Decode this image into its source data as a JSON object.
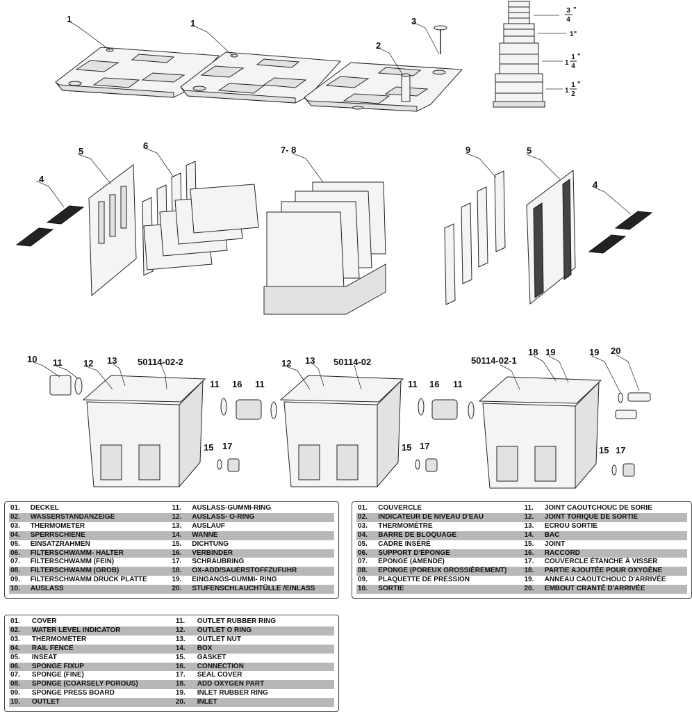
{
  "diagram": {
    "callouts": {
      "c1a": "1",
      "c1b": "1",
      "c2": "2",
      "c3": "3",
      "c5a": "5",
      "c6": "6",
      "c78": "7- 8",
      "c9": "9",
      "c5b": "5",
      "c4a": "4",
      "c4b": "4",
      "c10": "10",
      "c11a": "11",
      "c12a": "12",
      "c13a": "13",
      "m1": "50114-02-2",
      "c11b": "11",
      "c16a": "16",
      "c11c": "11",
      "c15a": "15",
      "c17a": "17",
      "c12b": "12",
      "c13b": "13",
      "m2": "50114-02",
      "c11d": "11",
      "c16b": "16",
      "c11e": "11",
      "c15b": "15",
      "c17b": "17",
      "m3": "50114-02-1",
      "c18": "18",
      "c19a": "19",
      "c19b": "19",
      "c20": "20",
      "c15c": "15",
      "c17c": "17"
    },
    "hose_sizes": {
      "s1_num": "3",
      "s1_den": "4",
      "s1_unit": "\"",
      "s2": "1\"",
      "s3_whole": "1",
      "s3_num": "1",
      "s3_den": "4",
      "s3_unit": "\"",
      "s4_whole": "1",
      "s4_num": "1",
      "s4_den": "2",
      "s4_unit": "\""
    }
  },
  "legend_de": [
    [
      "01.",
      "DECKEL",
      "11.",
      "AUSLASS-GUMMI-RING"
    ],
    [
      "02.",
      "WASSERSTANDANZEIGE",
      "12.",
      "AUSLASS- O-RING"
    ],
    [
      "03.",
      "THERMOMETER",
      "13.",
      "AUSLAUF"
    ],
    [
      "04.",
      "SPERRSCHIENE",
      "14.",
      "WANNE"
    ],
    [
      "05.",
      "EINSATZRAHMEN",
      "15.",
      "DICHTUNG"
    ],
    [
      "06.",
      "FILTERSCHWAMM- HALTER",
      "16.",
      "VERBINDER"
    ],
    [
      "07.",
      "FILTERSCHWAMM (FEIN)",
      "17.",
      "SCHRAUBRING"
    ],
    [
      "08.",
      "FILTERSCHWAMM (GROB)",
      "18.",
      "OX-ADD/SAUERSTOFFZUFUHR"
    ],
    [
      "09.",
      "FILTERSCHWAMM DRUCK PLATTE",
      "19.",
      "EINGANGS-GUMMI- RING"
    ],
    [
      "10.",
      "AUSLASS",
      "20.",
      "STUFENSCHLAUCHTÜLLE /EINLASS"
    ]
  ],
  "legend_fr": [
    [
      "01.",
      "COUVERCLE",
      "11.",
      "JOINT CAOUTCHOUC DE SORIE"
    ],
    [
      "02.",
      "INDICATEUR DE NIVEAU D'EAU",
      "12.",
      "JOINT TORIQUE DE SORTIE"
    ],
    [
      "03.",
      "THERMOMÈTRE",
      "13.",
      "ECROU SORTIE"
    ],
    [
      "04.",
      "BARRE DE BLOQUAGE",
      "14.",
      "BAC"
    ],
    [
      "05.",
      "CADRE INSÉRÉ",
      "15.",
      "JOINT"
    ],
    [
      "06.",
      "SUPPORT D'ÉPONGE",
      "16.",
      "RACCORD"
    ],
    [
      "07.",
      "EPONGE (AMENDE)",
      "17.",
      "COUVERCLE ÉTANCHE À VISSER"
    ],
    [
      "08.",
      "EPONGE (POREUX GROSSIÈREMENT)",
      "18.",
      "PARTIE AJOUTÉE POUR OXYGÈNE"
    ],
    [
      "09.",
      "PLAQUETTE DE PRESSION",
      "19.",
      "ANNEAU CAOUTCHOUC D'ARRIVÉE"
    ],
    [
      "10.",
      "SORTIE",
      "20.",
      "EMBOUT CRANTÉ D'ARRIVÉE"
    ]
  ],
  "legend_en": [
    [
      "01.",
      "COVER",
      "11.",
      "OUTLET RUBBER RING"
    ],
    [
      "02.",
      "WATER LEVEL INDICATOR",
      "12.",
      "OUTLET O RING"
    ],
    [
      "03.",
      "THERMOMETER",
      "13.",
      "OUTLET NUT"
    ],
    [
      "04.",
      "RAIL FENCE",
      "14.",
      "BOX"
    ],
    [
      "05.",
      "INSEAT",
      "15.",
      "GASKET"
    ],
    [
      "06.",
      "SPONGE FIXUP",
      "16.",
      "CONNECTION"
    ],
    [
      "07.",
      "SPONGE (FINE)",
      "17.",
      "SEAL COVER"
    ],
    [
      "08.",
      "SPONGE (COARSELY POROUS)",
      "18.",
      "ADD OXYGEN PART"
    ],
    [
      "09.",
      "SPONGE PRESS BOARD",
      "19.",
      "INLET RUBBER RING"
    ],
    [
      "10.",
      "OUTLET",
      "20.",
      "INLET"
    ]
  ]
}
